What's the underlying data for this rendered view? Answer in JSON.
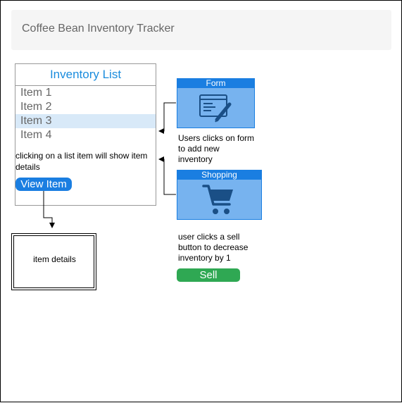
{
  "header": {
    "title": "Coffee Bean Inventory Tracker"
  },
  "inventory": {
    "title": "Inventory List",
    "items": [
      "Item 1",
      "Item 2",
      "Item 3",
      "Item 4"
    ],
    "selected_item": "Item 3",
    "note": "clicking on a list item will show item details",
    "view_button": "View Item"
  },
  "details": {
    "label": "item details"
  },
  "form_card": {
    "title": "Form",
    "icon": "form-icon",
    "note": "Users clicks on form to add new inventory"
  },
  "shopping_card": {
    "title": "Shopping",
    "icon": "shopping-cart-icon",
    "note": "user clicks a sell button to decrease inventory by 1"
  },
  "sell_button": {
    "label": "Sell"
  },
  "colors": {
    "header_bg": "#f5f5f5",
    "accent_blue": "#1a7ee1",
    "icon_fill": "#77b3ef",
    "selected_row": "#d8e9f8",
    "sell_green": "#2fa853"
  }
}
